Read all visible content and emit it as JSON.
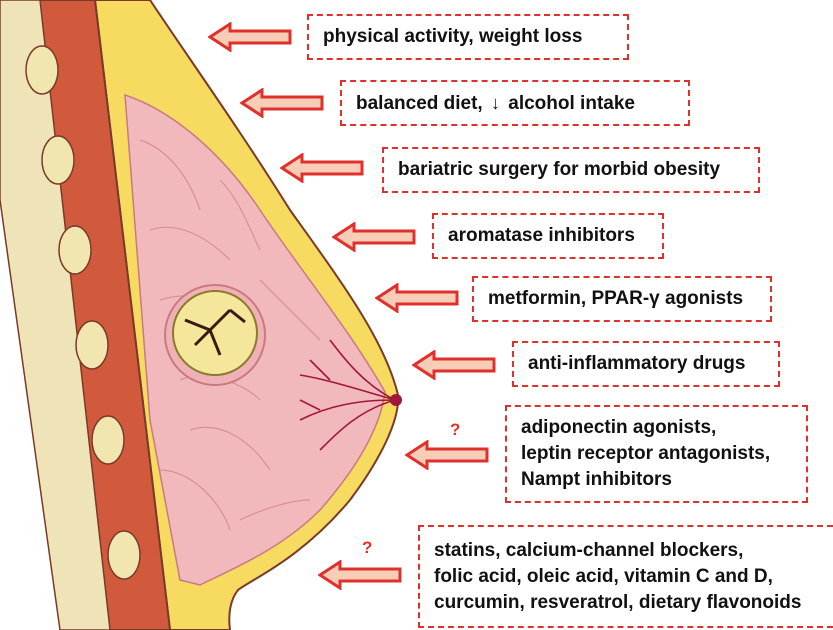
{
  "colors": {
    "accent": "#e0302c",
    "arrow_fill": "#f7cdb8",
    "arrow_stroke": "#e0302c",
    "muscle": "#d25a3c",
    "fat": "#f7da60",
    "gland": "#f2b9bc",
    "skin_outline": "#7a3a2a",
    "duct": "#a1163a"
  },
  "items": [
    {
      "lines": [
        "physical activity, weight loss"
      ]
    },
    {
      "lines": [
        "balanced diet,"
      ],
      "down_arrow": "↓",
      "suffix": "alcohol intake"
    },
    {
      "lines": [
        "bariatric surgery for morbid obesity"
      ]
    },
    {
      "lines": [
        "aromatase inhibitors"
      ]
    },
    {
      "lines": [
        "metformin, PPAR-γ agonists"
      ]
    },
    {
      "lines": [
        "anti-inflammatory drugs"
      ]
    },
    {
      "lines": [
        "adiponectin agonists,",
        "leptin receptor antagonists,",
        "Nampt inhibitors"
      ],
      "question": "?"
    },
    {
      "lines": [
        "statins, calcium-channel blockers,",
        "folic acid, oleic acid, vitamin C and D,",
        "curcumin, resveratrol, dietary flavonoids"
      ],
      "question": "?"
    }
  ]
}
